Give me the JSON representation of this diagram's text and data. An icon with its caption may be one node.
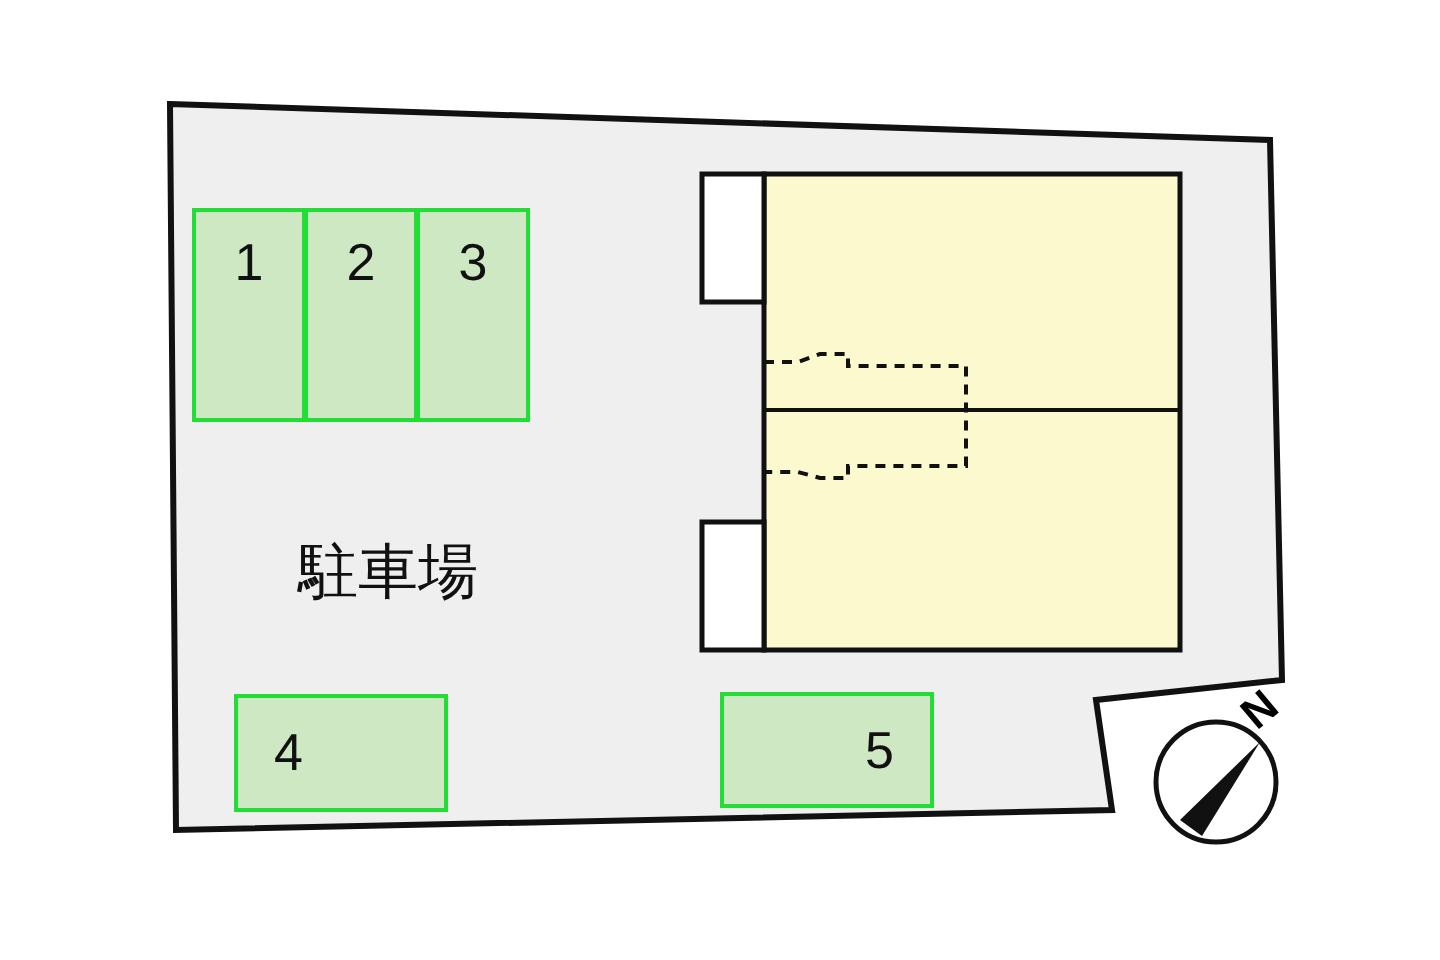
{
  "diagram": {
    "nodes": [
      {
        "text": [
          "駐車場"
        ]
      },
      {
        "text": [
          "1"
        ],
        "in": 0
      },
      {
        "text": [
          "2"
        ],
        "in": 0
      },
      {
        "text": [
          "3"
        ],
        "in": 0
      },
      {
        "text": [
          "4"
        ],
        "in": 0
      },
      {
        "text": [
          "5"
        ],
        "in": 0
      }
    ],
    "edges": [],
    "labels": [
      "N"
    ]
  }
}
